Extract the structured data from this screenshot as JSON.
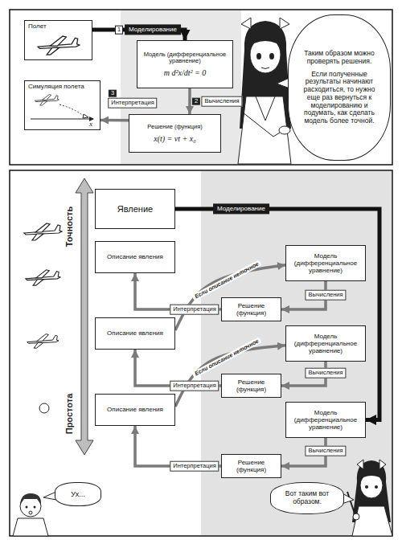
{
  "diagram": {
    "nodes": [
      {
        "text": [
          "Полет"
        ]
      },
      {
        "text": [
          "Модель (дифференциальное уравнение)",
          "m d²x/dt² = 0"
        ]
      },
      {
        "text": [
          "Симуляция полета"
        ]
      },
      {
        "text": [
          "Решение (функция)",
          "x(t) = vt + x₀"
        ]
      },
      {
        "text": [
          "Таким образом можно проверять решения.",
          "Если полученные результаты начинают расходиться, то нужно еще раз вернуться к моделированию и подумать, как сделать модель более точной."
        ]
      },
      {
        "text": [
          "Явление"
        ]
      },
      {
        "text": [
          "Описание явления"
        ]
      },
      {
        "text": [
          "Модель (дифференциальное уравнение)"
        ]
      },
      {
        "text": [
          "Решение (функция)"
        ]
      },
      {
        "text": [
          "Описание явления"
        ]
      },
      {
        "text": [
          "Модель (дифференциальное уравнение)"
        ]
      },
      {
        "text": [
          "Решение (функция)"
        ]
      },
      {
        "text": [
          "Описание явления"
        ]
      },
      {
        "text": [
          "Модель (дифференциальное уравнение)"
        ]
      },
      {
        "text": [
          "Решение (функция)"
        ]
      },
      {
        "text": [
          "Ух..."
        ]
      },
      {
        "text": [
          "Вот таким вот образом."
        ]
      }
    ],
    "edges": [
      {
        "from": 0,
        "to": 1,
        "arrow": "to",
        "label": "Моделирование"
      },
      {
        "from": 1,
        "to": 3,
        "arrow": "to",
        "label": "Вычисления"
      },
      {
        "from": 3,
        "to": 2,
        "arrow": "to",
        "label": "Интерпретация"
      },
      {
        "from": 5,
        "to": 13,
        "arrow": "to",
        "label": "Моделирование"
      },
      {
        "from": 13,
        "to": 14,
        "arrow": "to",
        "label": "Вычисления"
      },
      {
        "from": 14,
        "to": 12,
        "arrow": "to",
        "label": "Интерпретация"
      },
      {
        "from": 12,
        "to": 10,
        "arrow": "to",
        "label": "Если описание неточное"
      },
      {
        "from": 10,
        "to": 11,
        "arrow": "to",
        "label": "Вычисления"
      },
      {
        "from": 11,
        "to": 9,
        "arrow": "to",
        "label": "Интерпретация"
      },
      {
        "from": 9,
        "to": 7,
        "arrow": "to",
        "label": "Если описание неточное"
      },
      {
        "from": 7,
        "to": 8,
        "arrow": "to",
        "label": "Вычисления"
      },
      {
        "from": 8,
        "to": 6,
        "arrow": "to",
        "label": "Интерпретация"
      }
    ],
    "labels": [
      "1",
      "2",
      "3",
      "x",
      "Точность",
      "Простота"
    ]
  }
}
